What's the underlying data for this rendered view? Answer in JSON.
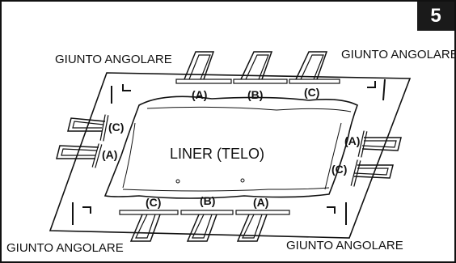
{
  "step_number": "5",
  "corner_labels": {
    "top_left": "GIUNTO ANGOLARE",
    "top_right": "GIUNTO ANGOLARE",
    "bottom_left": "GIUNTO ANGOLARE",
    "bottom_right": "GIUNTO ANGOLARE"
  },
  "liner_label": "LINER (TELO)",
  "part_labels": {
    "top": [
      "(A)",
      "(B)",
      "(C)"
    ],
    "bottom": [
      "(C)",
      "(B)",
      "(A)"
    ],
    "left": [
      "(C)",
      "(A)"
    ],
    "right": [
      "(A)",
      "(C)"
    ]
  }
}
